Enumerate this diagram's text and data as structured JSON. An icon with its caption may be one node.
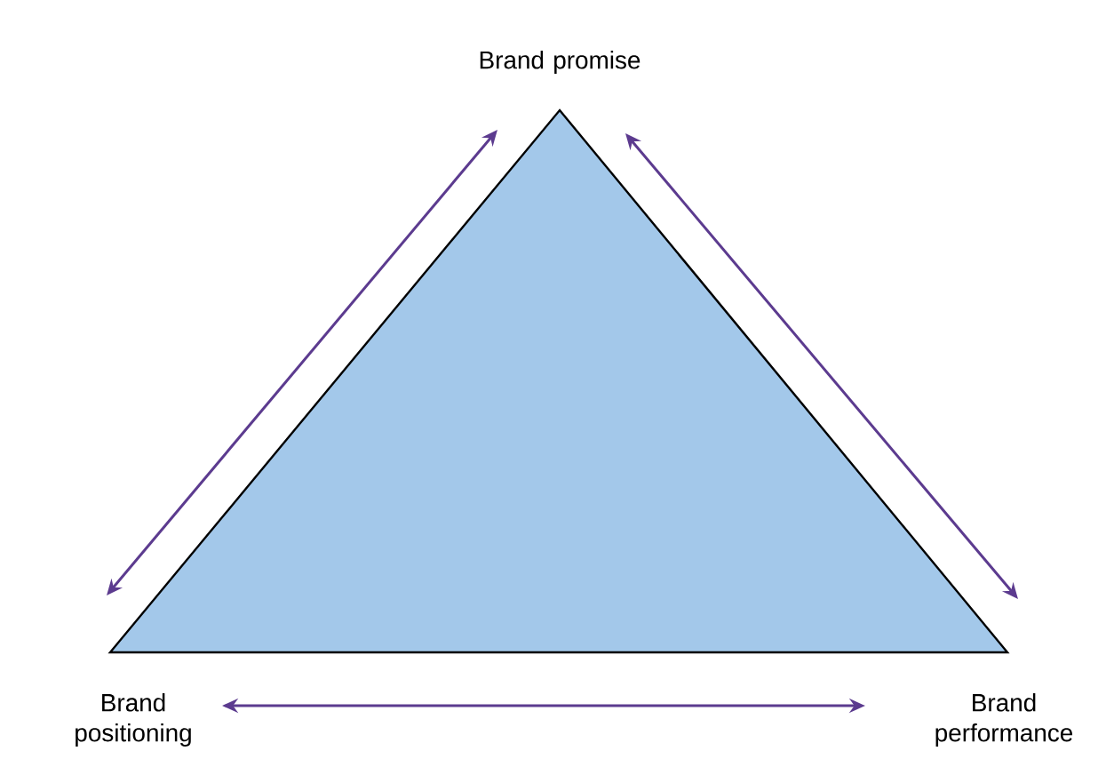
{
  "diagram": {
    "nodes": [
      {
        "text": [
          "Brand promise"
        ]
      },
      {
        "text": [
          "Brand positioning"
        ]
      },
      {
        "text": [
          "Brand performance"
        ]
      }
    ],
    "edges": [
      {
        "from": 0,
        "to": 1,
        "arrow": "both"
      },
      {
        "from": 0,
        "to": 2,
        "arrow": "both"
      },
      {
        "from": 1,
        "to": 2,
        "arrow": "both"
      }
    ]
  }
}
